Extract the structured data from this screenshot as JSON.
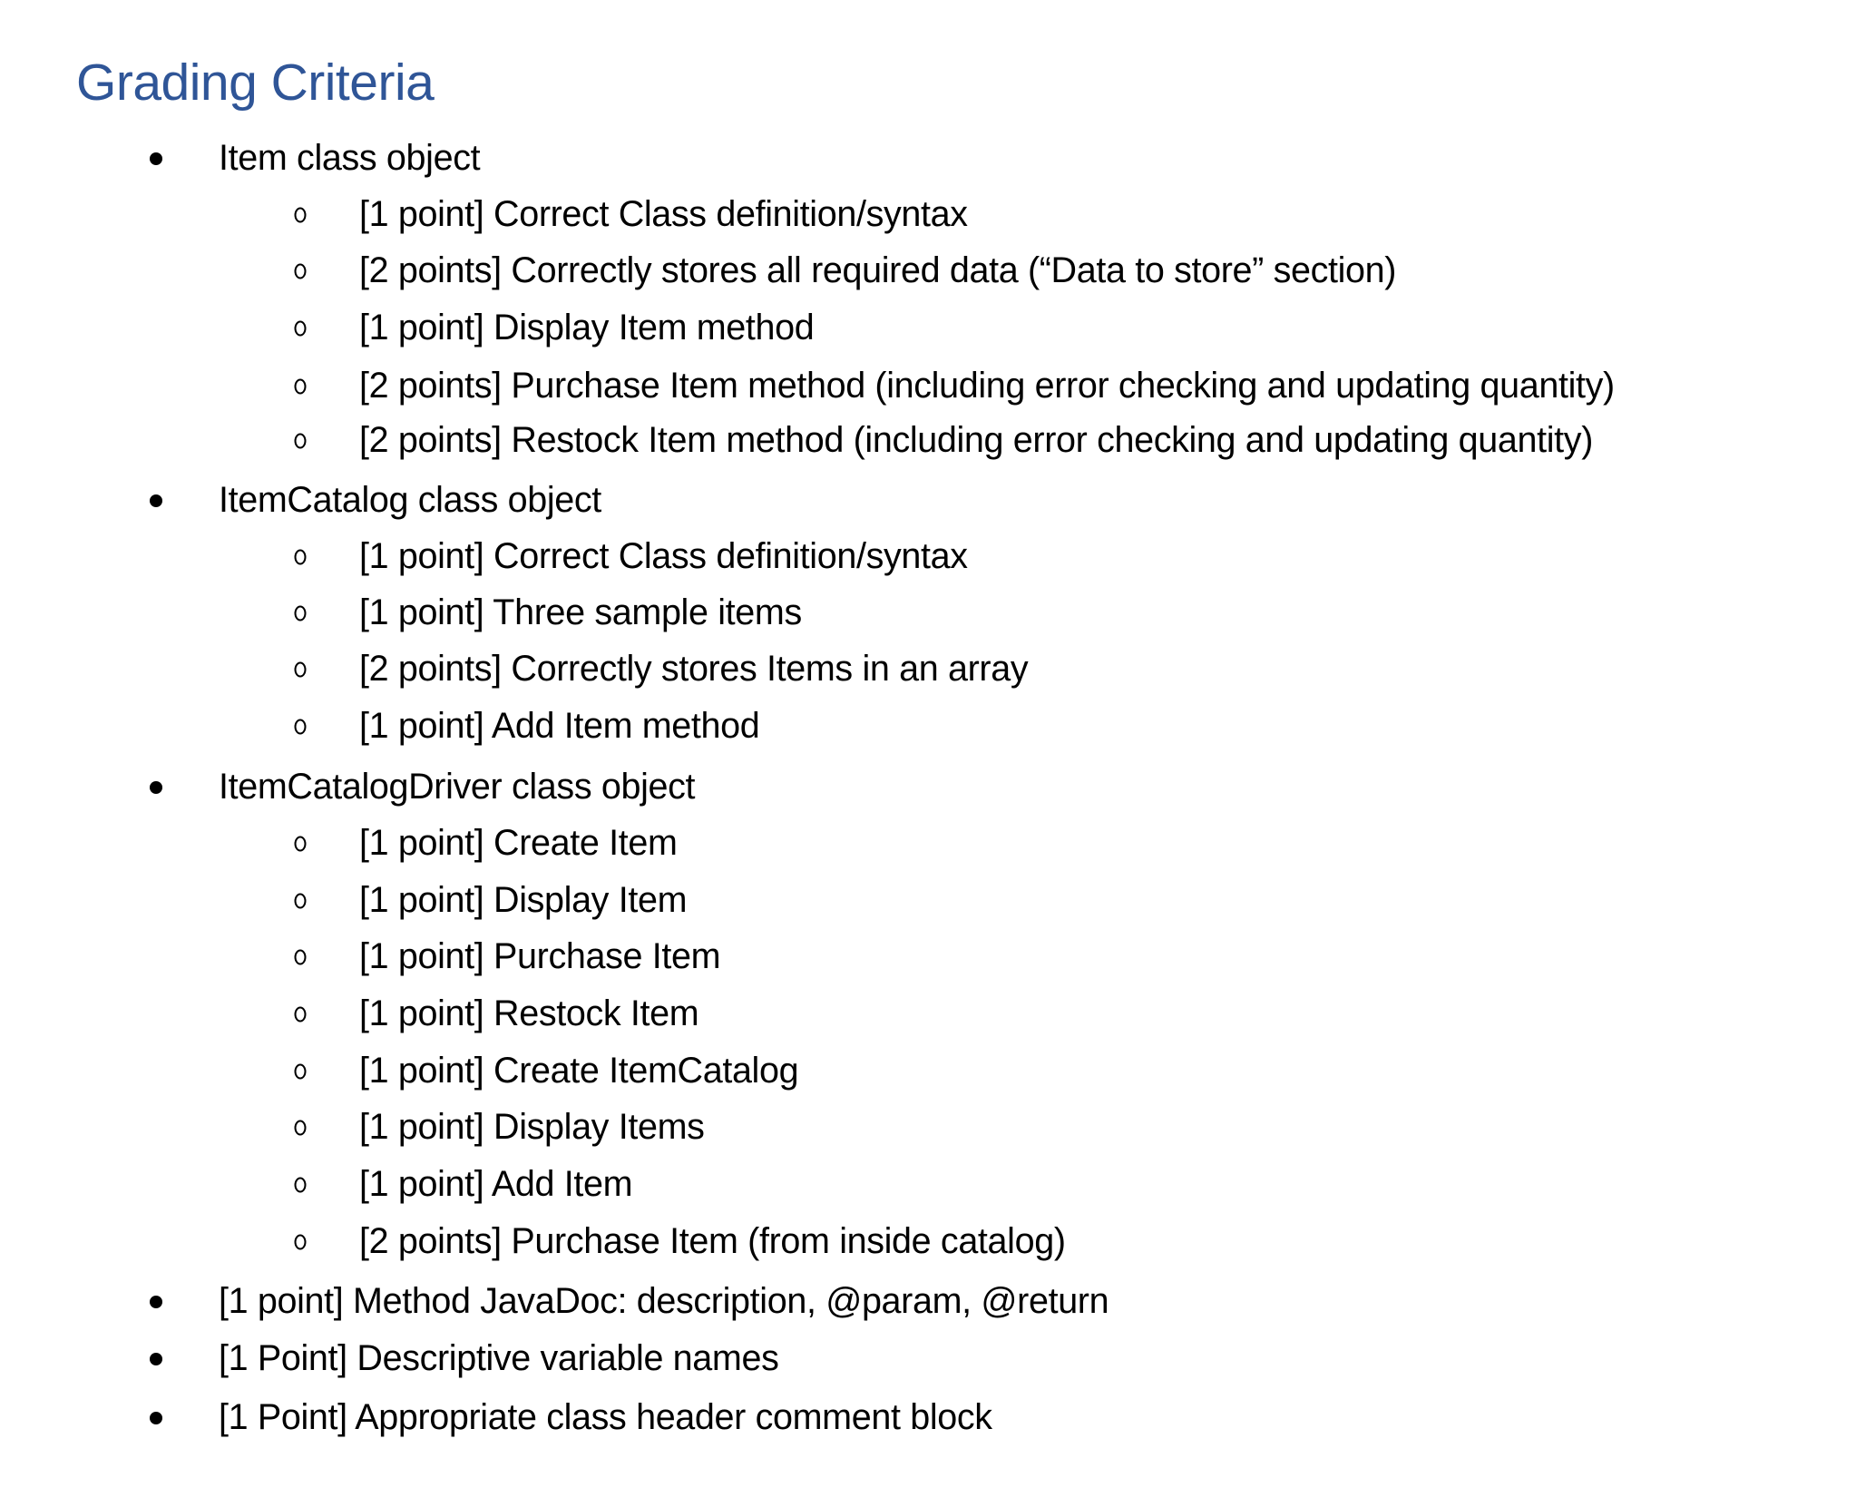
{
  "document": {
    "title": "Grading Criteria",
    "title_color": "#2F5597",
    "sections": [
      {
        "label": "Item class object",
        "items": [
          "[1 point] Correct Class definition/syntax",
          "[2 points] Correctly stores all required data (“Data to store” section)",
          "[1 point] Display Item method",
          "[2 points] Purchase Item method (including error checking and updating quantity)",
          "[2 points] Restock Item method (including error checking and updating quantity)"
        ]
      },
      {
        "label": "ItemCatalog class object",
        "items": [
          "[1 point] Correct Class definition/syntax",
          "[1 point] Three sample items",
          "[2 points] Correctly stores Items in an array",
          "[1 point] Add Item method"
        ]
      },
      {
        "label": "ItemCatalogDriver class object",
        "items": [
          "[1 point] Create Item",
          "[1 point] Display Item",
          "[1 point] Purchase Item",
          "[1 point] Restock Item",
          "[1 point] Create ItemCatalog",
          "[1 point] Display Items",
          "[1 point] Add Item",
          "[2 points] Purchase Item (from inside catalog)"
        ]
      }
    ],
    "extra_items": [
      "[1 point] Method JavaDoc: description, @param, @return",
      "[1 Point] Descriptive variable names",
      "[1 Point] Appropriate class header comment block"
    ]
  }
}
